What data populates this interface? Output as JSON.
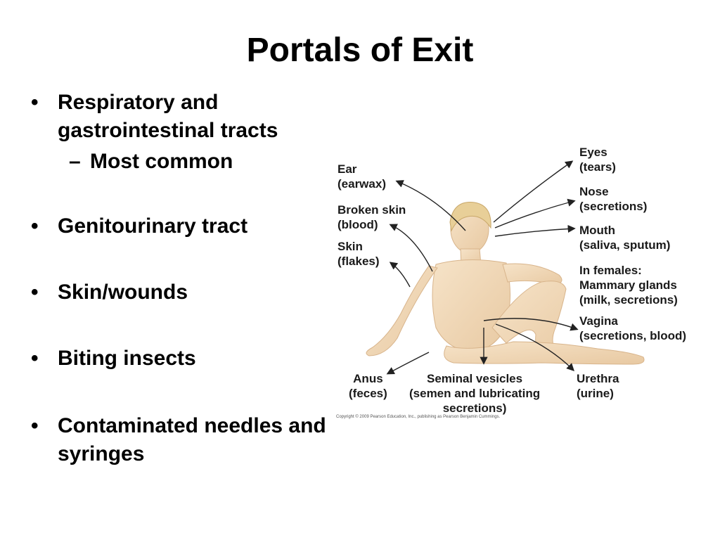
{
  "title": "Portals of Exit",
  "bullets": [
    {
      "text": "Respiratory and gastrointestinal tracts",
      "sub": "Most common"
    },
    {
      "text": "Genitourinary tract"
    },
    {
      "text": "Skin/wounds"
    },
    {
      "text": "Biting insects"
    },
    {
      "text": "Contaminated needles and syringes"
    }
  ],
  "figure": {
    "labels": {
      "ear": [
        "Ear",
        "(earwax)"
      ],
      "broken_skin": [
        "Broken skin",
        "(blood)"
      ],
      "skin": [
        "Skin",
        "(flakes)"
      ],
      "eyes": [
        "Eyes",
        "(tears)"
      ],
      "nose": [
        "Nose",
        "(secretions)"
      ],
      "mouth": [
        "Mouth",
        "(saliva, sputum)"
      ],
      "mammary": [
        "In females:",
        "Mammary glands",
        "(milk, secretions)"
      ],
      "vagina": [
        "Vagina",
        "(secretions, blood)"
      ],
      "anus": [
        "Anus",
        "(feces)"
      ],
      "seminal": [
        "Seminal vesicles",
        "(semen and lubricating",
        "secretions)"
      ],
      "urethra": [
        "Urethra",
        "(urine)"
      ]
    },
    "copyright": "Copyright © 2009 Pearson Education, Inc., publishing as Pearson Benjamin Cummings."
  }
}
